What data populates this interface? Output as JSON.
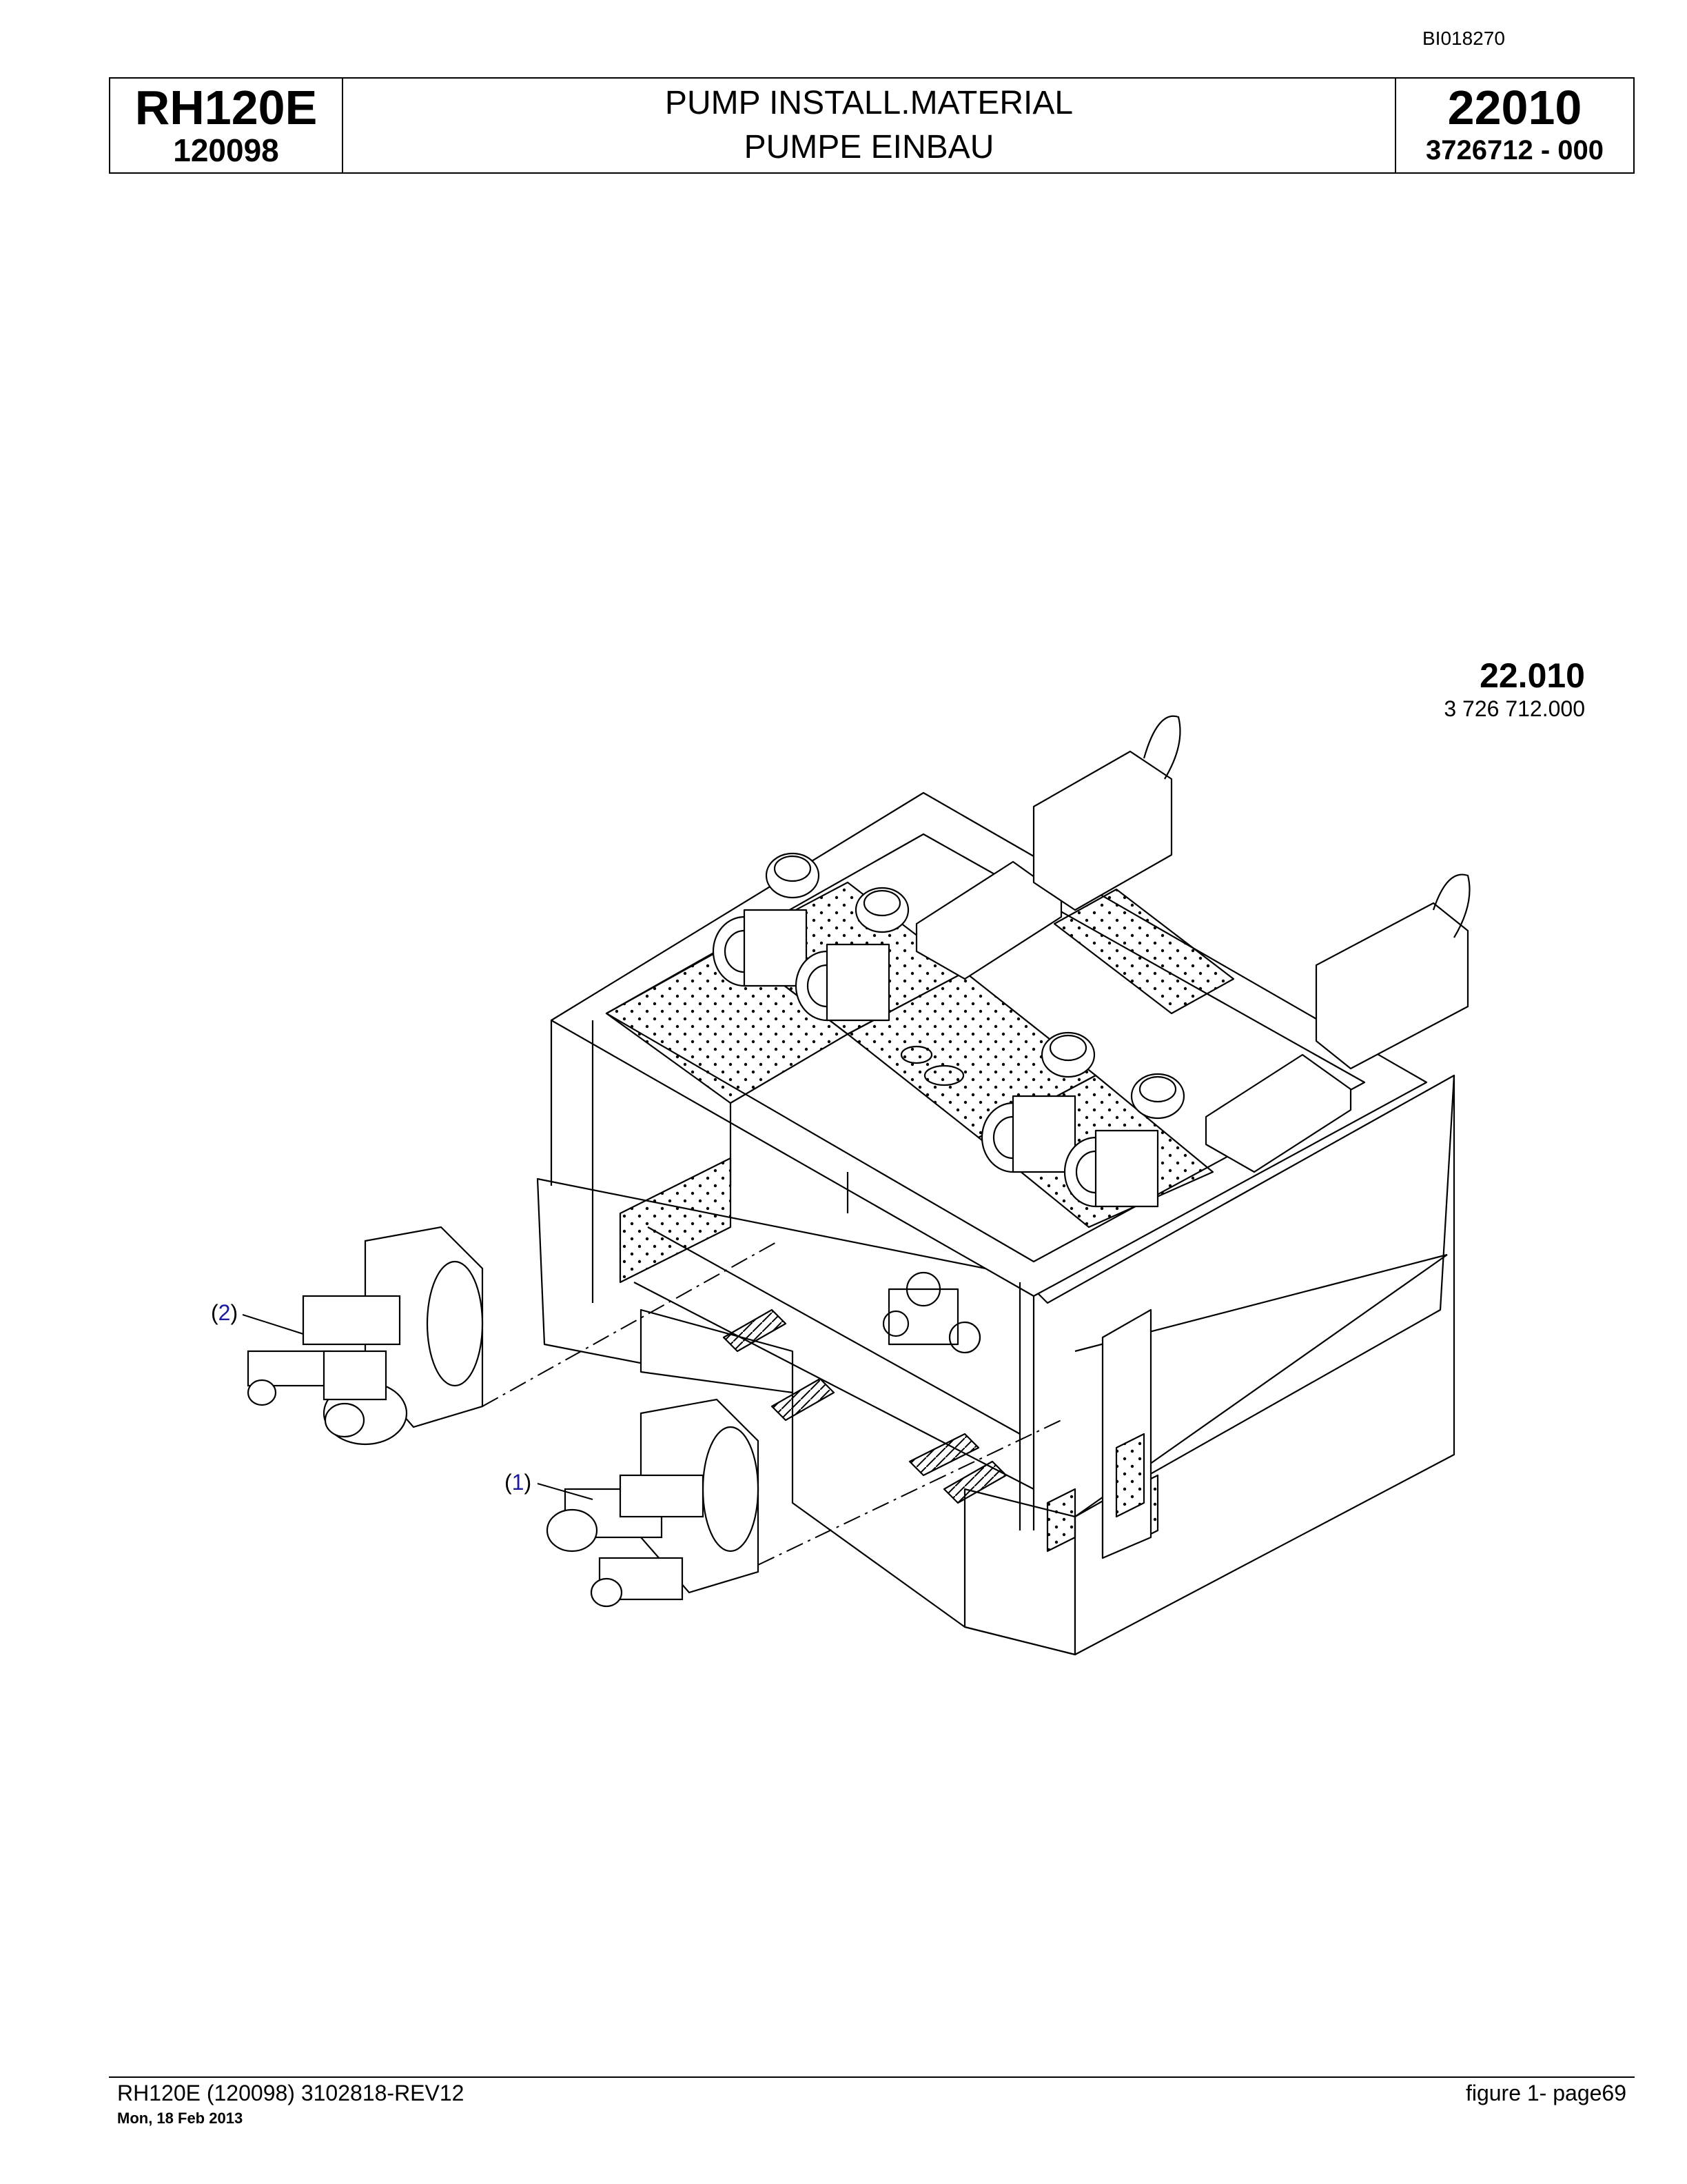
{
  "doc_id": "BI018270",
  "header": {
    "model": "RH120E",
    "serial": "120098",
    "title_en": "PUMP INSTALL.MATERIAL",
    "title_de": "PUMPE EINBAU",
    "figure_number": "22010",
    "part_number": "3726712  - 000"
  },
  "drawing": {
    "ref_number": "22.010",
    "ref_part": "3 726 712.000",
    "callouts": [
      {
        "open": "(",
        "num": "1",
        "close": ")"
      },
      {
        "open": "(",
        "num": "2",
        "close": ")"
      }
    ]
  },
  "footer": {
    "left": "RH120E (120098) 3102818-REV12",
    "date": "Mon, 18 Feb 2013",
    "right": "figure  1- page69"
  }
}
